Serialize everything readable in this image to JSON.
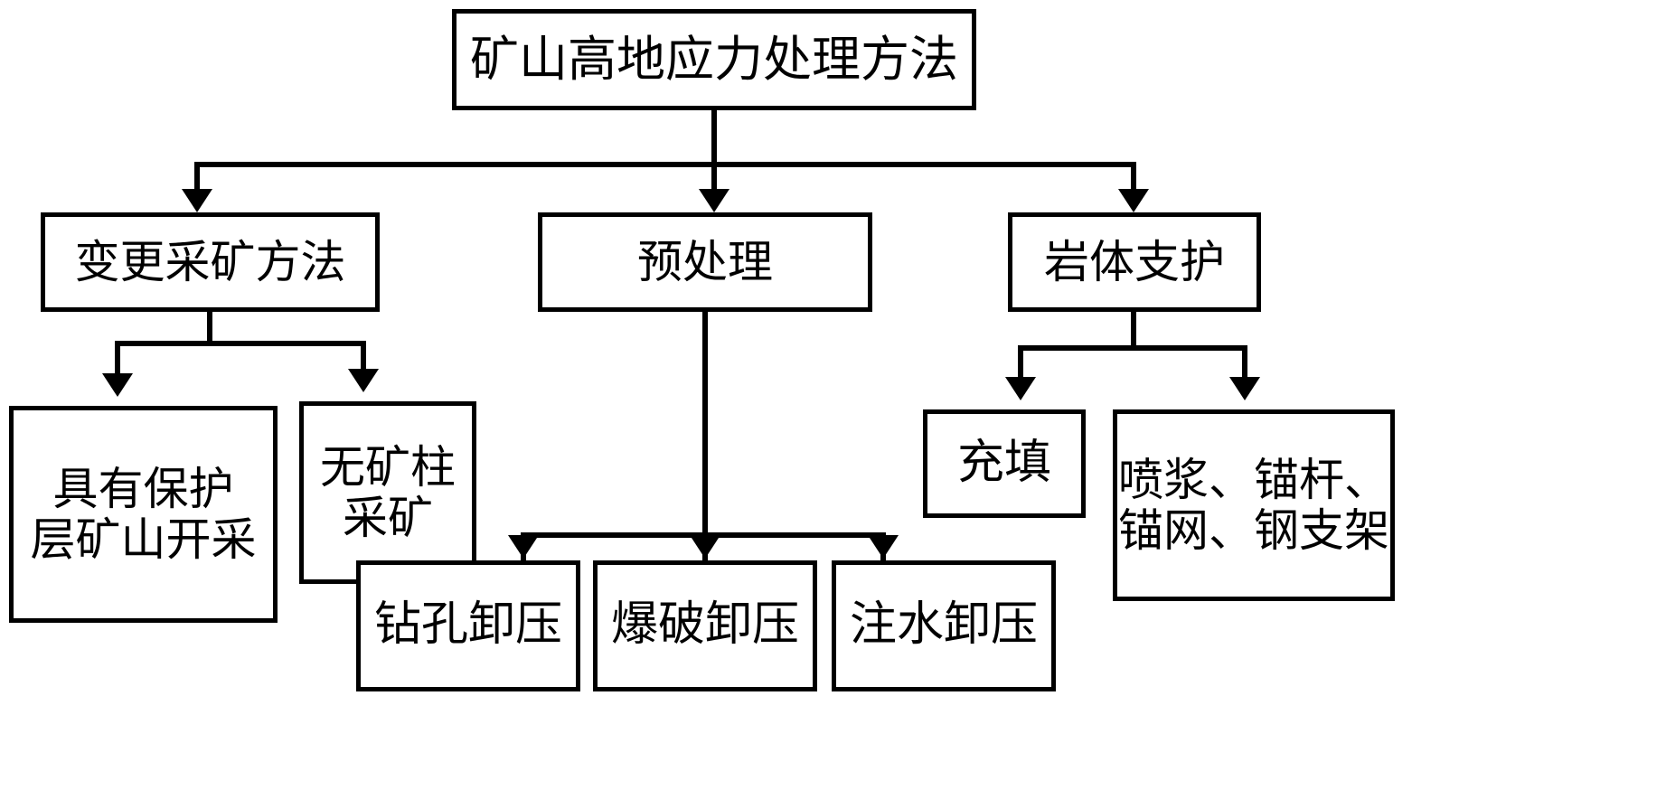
{
  "diagram": {
    "type": "flowchart",
    "orientation": "top-down",
    "title_node": "矿山高地应力处理方法",
    "stroke_color": "#000000",
    "fill_color": "#ffffff",
    "nodes": {
      "root": {
        "label": "矿山高地应力处理方法"
      },
      "level2": [
        {
          "id": "change-mining-method",
          "label": "变更采矿方法"
        },
        {
          "id": "pretreatment",
          "label": "预处理"
        },
        {
          "id": "rock-mass-support",
          "label": "岩体支护"
        }
      ],
      "level3_left": [
        {
          "id": "protective-layer-mining",
          "label": "具有保护\n层矿山开采"
        },
        {
          "id": "pillarless-mining",
          "label": "无矿柱\n采矿"
        }
      ],
      "level3_middle": [
        {
          "id": "borehole-destressing",
          "label": "钻孔卸压"
        },
        {
          "id": "blasting-destressing",
          "label": "爆破卸压"
        },
        {
          "id": "water-injection-destressing",
          "label": "注水卸压"
        }
      ],
      "level3_right": [
        {
          "id": "backfilling",
          "label": "充填"
        },
        {
          "id": "shotcrete-bolt-mesh-steel",
          "label": "喷浆、锚杆、\n锚网、钢支架"
        }
      ]
    }
  }
}
